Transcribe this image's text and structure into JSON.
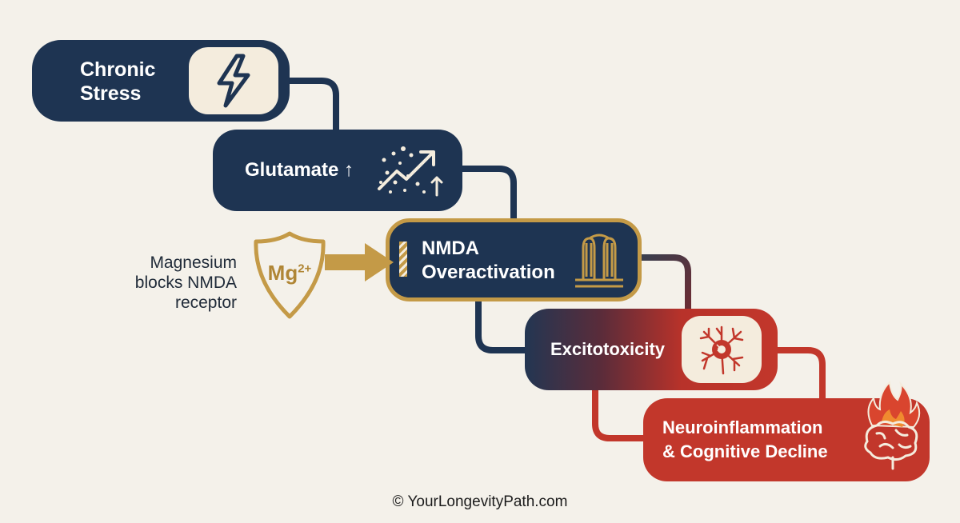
{
  "steps": [
    {
      "line1": "Chronic",
      "line2": "Stress",
      "icon": "lightning-bolt-icon"
    },
    {
      "label": "Glutamate ↑",
      "icon": "rising-particles-icon"
    },
    {
      "line1": "NMDA",
      "line2": "Overactivation",
      "icon": "receptor-channel-icon"
    },
    {
      "label": "Excitotoxicity",
      "icon": "damaged-neuron-icon"
    },
    {
      "line1": "Neuroinflammation",
      "line2": "& Cognitive Decline",
      "icon": "brain-on-fire-icon"
    }
  ],
  "intervention": {
    "shield_text": "Mg",
    "shield_superscript": "2+",
    "note_lines": [
      "Magnesium",
      "blocks NMDA",
      "receptor"
    ],
    "icon": "shield-icon"
  },
  "footer": "© YourLongevityPath.com",
  "colors": {
    "background": "#f4f1ea",
    "navy": "#1e3452",
    "gold": "#c49a47",
    "red": "#c2372b",
    "cream": "#f4ecdd"
  }
}
